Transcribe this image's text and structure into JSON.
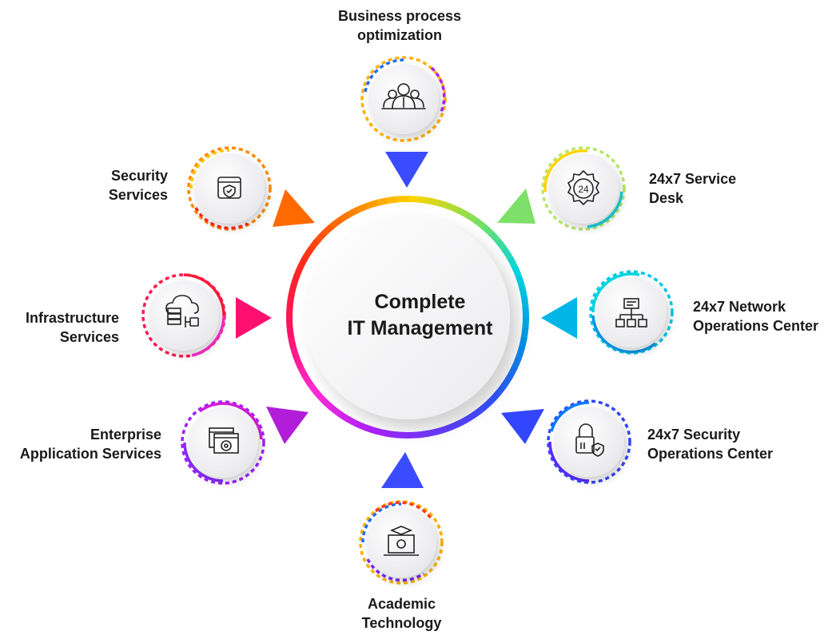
{
  "center": {
    "title": "Complete\nIT Management"
  },
  "colors": {
    "ring": [
      "#ffd400",
      "#7fe05a",
      "#00d6e0",
      "#0098e8",
      "#3352ff",
      "#6b3bff",
      "#b020ff",
      "#ff2bd0",
      "#ff1060",
      "#ff2a1a",
      "#ff7a00",
      "#ffd400"
    ],
    "node_colors": {
      "business": "#3b4bff",
      "service_desk": "#7ee06a",
      "noc": "#00b6e8",
      "soc": "#3346ff",
      "academic": "#3b4bff",
      "enterprise": "#b11dd8",
      "infrastructure": "#ff1070",
      "security": "#ff6a00"
    }
  },
  "nodes": [
    {
      "key": "business",
      "label": "Business process\noptimization",
      "icon": "team-icon"
    },
    {
      "key": "service_desk",
      "label": "24x7 Service\nDesk",
      "icon": "24-hour-icon"
    },
    {
      "key": "noc",
      "label": "24x7 Network\nOperations Center",
      "icon": "network-hierarchy-icon"
    },
    {
      "key": "soc",
      "label": "24x7 Security\nOperations Center",
      "icon": "padlock-shield-icon"
    },
    {
      "key": "academic",
      "label": "Academic\nTechnology",
      "icon": "graduation-laptop-icon"
    },
    {
      "key": "enterprise",
      "label": "Enterprise\nApplication Services",
      "icon": "app-window-gear-icon"
    },
    {
      "key": "infrastructure",
      "label": "Infrastructure\nServices",
      "icon": "cloud-server-icon"
    },
    {
      "key": "security",
      "label": "Security\nServices",
      "icon": "shield-check-window-icon"
    }
  ]
}
